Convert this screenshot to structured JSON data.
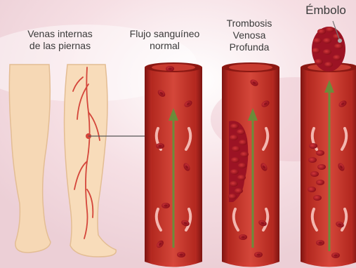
{
  "labels": {
    "veins": [
      "Venas internas",
      "de las piernas"
    ],
    "normal": [
      "Flujo sanguíneo",
      "normal"
    ],
    "dvt": [
      "Trombosis",
      "Venosa",
      "Profunda"
    ],
    "embolus": "Émbolo"
  },
  "colors": {
    "background": "#f3e6ea",
    "vein_wall": "#a8231e",
    "blood": "#c0392b",
    "clot": "#b3162a",
    "leg_skin": "#f6d8b5",
    "flow_arrow": "#6b8c3a",
    "valve": "#f3b7b0"
  }
}
